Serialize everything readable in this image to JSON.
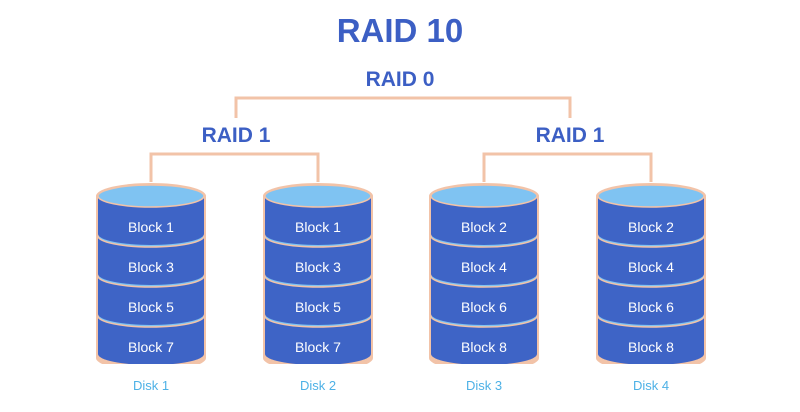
{
  "title": "RAID 10",
  "raid0_label": "RAID 0",
  "mirrors": [
    {
      "label": "RAID 1",
      "disks": [
        {
          "name": "Disk 1",
          "blocks": [
            "Block 1",
            "Block 3",
            "Block 5",
            "Block 7"
          ]
        },
        {
          "name": "Disk 2",
          "blocks": [
            "Block 1",
            "Block 3",
            "Block 5",
            "Block 7"
          ]
        }
      ]
    },
    {
      "label": "RAID 1",
      "disks": [
        {
          "name": "Disk 3",
          "blocks": [
            "Block 2",
            "Block 4",
            "Block 6",
            "Block 8"
          ]
        },
        {
          "name": "Disk 4",
          "blocks": [
            "Block 2",
            "Block 4",
            "Block 6",
            "Block 8"
          ]
        }
      ]
    }
  ],
  "colors": {
    "title": "#3c5fc4",
    "connector": "#f2c3a8",
    "platter_top": "#7fc3f2",
    "platter_body": "#3e64c6",
    "disk_outline": "#f2c3a8",
    "disk_label": "#4db1e6"
  }
}
